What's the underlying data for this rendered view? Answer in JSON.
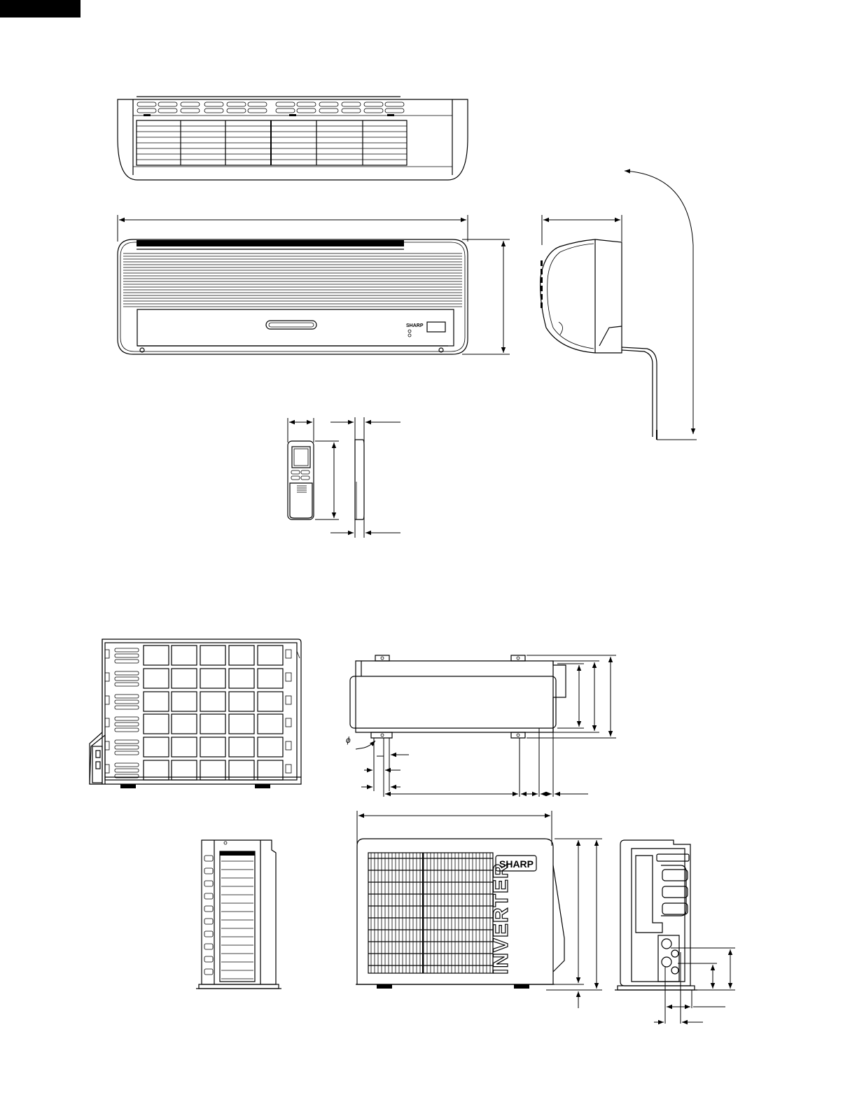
{
  "document": {
    "indoor_brand_badge": "SHARP",
    "outdoor_brand_badge": "SHARP",
    "outdoor_side_lettering": "INVERTER",
    "pipe_diameter_symbol": "ϕ"
  }
}
